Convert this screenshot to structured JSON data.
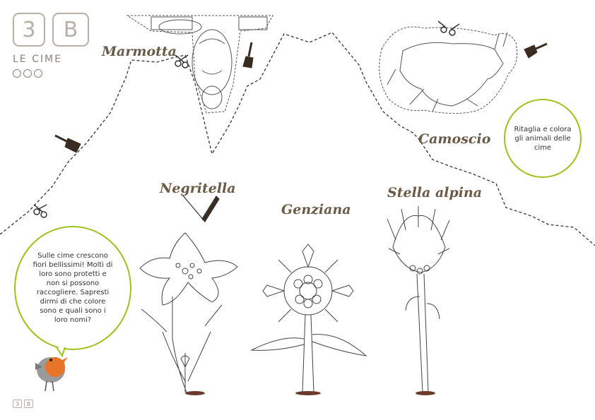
{
  "header": {
    "number": "3",
    "letter": "B",
    "section": "LE CIME"
  },
  "labels": {
    "marmotta": "Marmotta",
    "camoscio": "Camoscio",
    "negritella": "Negritella",
    "genziana": "Genziana",
    "stella_alpina": "Stella alpina"
  },
  "instruction_bubble": {
    "text": "Ritaglia e colora gli animali delle cime"
  },
  "speech_bubble": {
    "text": "Sulle cime crescono fiori bellissimi! Molti di loro sono protetti e non si possono raccogliere. Sapresti dirmi di che colore sono e quali sono i loro nomi?"
  },
  "footer": {
    "number": "3",
    "letter": "B"
  },
  "icons": [
    "scissors-icon",
    "paintbrush-icon",
    "pencil-icon",
    "license-icon"
  ],
  "colors": {
    "accent_green": "#9cc21c",
    "label_brown": "#6b5a46",
    "logo_grey": "#b8b0a4",
    "robin_orange": "#e8742a"
  }
}
